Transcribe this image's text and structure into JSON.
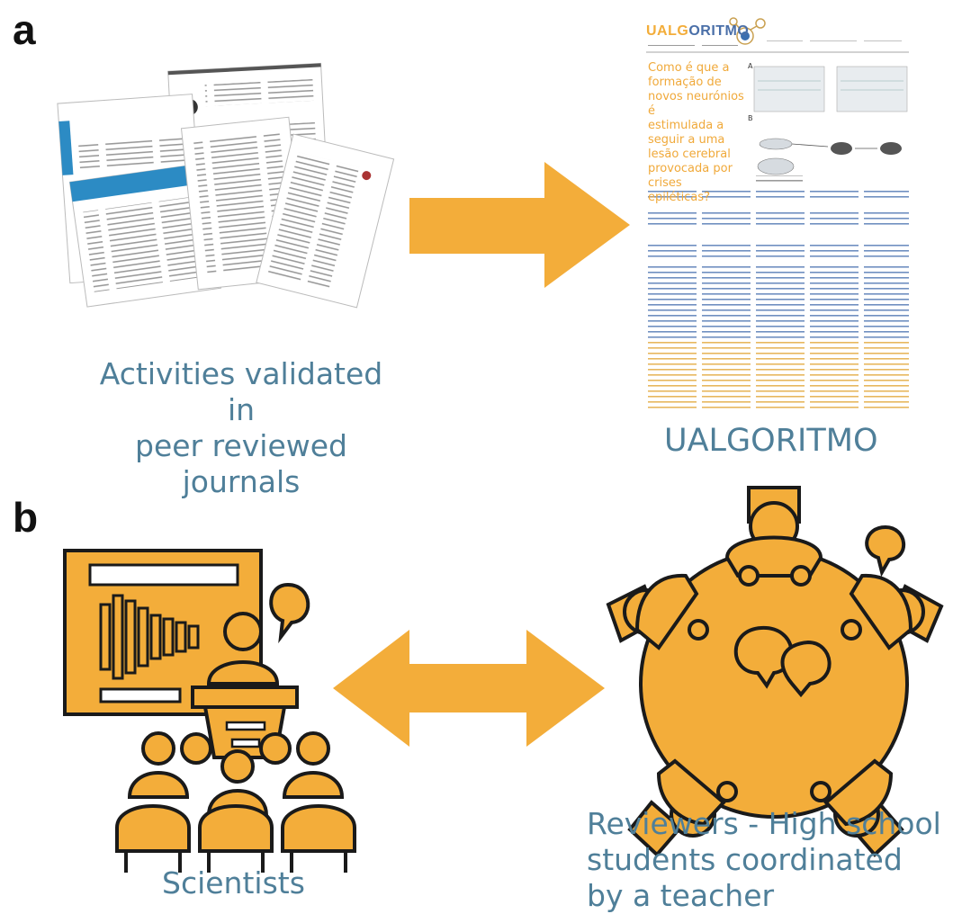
{
  "panel_a": {
    "letter": "a",
    "left_caption_line1": "Activities validated in",
    "left_caption_line2": "peer reviewed journals",
    "right_caption": "UALGORITMO",
    "journal": {
      "logo_text_ualg": "UALG",
      "logo_text_oritmo": "ORITMO",
      "question_lines": [
        "Como é que a",
        "formação de",
        "novos neurónios é",
        "estimulada a",
        "seguir a uma",
        "lesão cerebral",
        "provocada por",
        "crises epiléticas?"
      ],
      "fig_label_a": "A",
      "fig_label_b": "B"
    }
  },
  "panel_b": {
    "letter": "b",
    "left_caption": "Scientists",
    "right_caption_line1": "Reviewers - High school",
    "right_caption_line2": "students coordinated",
    "right_caption_line3": "by a teacher"
  },
  "colors": {
    "orange": "#f3ad3a",
    "dark": "#1a1a1a",
    "caption_blue": "#4f7f99",
    "paper_blue": "#2c8bc4"
  },
  "icons": [
    "document-stack-icon",
    "journal-page-icon",
    "right-arrow-icon",
    "double-arrow-icon",
    "presenter-audience-icon",
    "round-table-reviewers-icon"
  ]
}
